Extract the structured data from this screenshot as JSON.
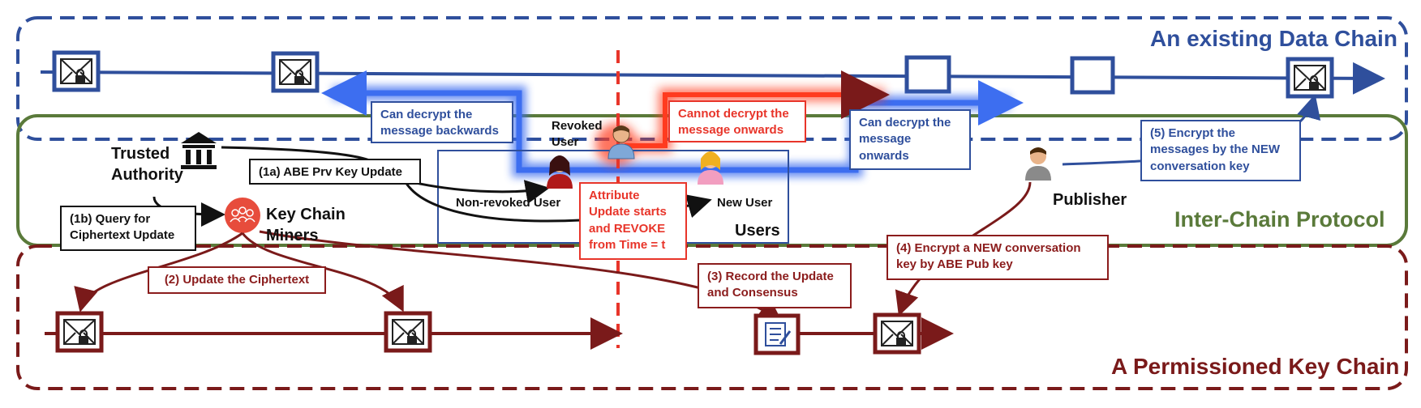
{
  "regions": {
    "data_chain_title": "An existing Data Chain",
    "protocol_title": "Inter-Chain Protocol",
    "key_chain_title": "A Permissioned Key Chain"
  },
  "labels": {
    "trusted_authority": "Trusted\nAuthority",
    "key_chain_miners": "Key Chain\nMiners",
    "publisher": "Publisher",
    "revoked_user": "Revoked\nUser",
    "non_revoked_user": "Non-revoked User",
    "new_user": "New User",
    "users": "Users"
  },
  "boxes": {
    "abe_prv_key_update": "(1a) ABE Prv Key Update",
    "query_ciphertext_update": "(1b) Query for\nCiphertext Update",
    "update_ciphertext": "(2) Update the Ciphertext",
    "record_update": "(3) Record the Update\nand Consensus",
    "encrypt_new_key": "(4) Encrypt a NEW conversation\nkey by ABE Pub key",
    "encrypt_messages": "(5) Encrypt the\nmessages by the NEW\nconversation key",
    "decrypt_backwards": "Can decrypt the\nmessage backwards",
    "cannot_decrypt": "Cannot decrypt the\nmessage onwards",
    "decrypt_onwards": "Can decrypt the\nmessage\nonwards",
    "attribute_update": "Attribute\nUpdate starts\nand REVOKE\nfrom Time = t"
  },
  "colors": {
    "data_chain": "#2f4f9c",
    "protocol": "#5a7a3a",
    "key_chain": "#7a1a1a",
    "revoke_line": "#e8352a",
    "glow_blue": "#3d6ef0",
    "glow_red": "#ff3b1f"
  },
  "icons": [
    "envelope-lock-icon",
    "empty-block-icon",
    "bank-icon",
    "miners-icon",
    "ledger-icon",
    "user-icon"
  ]
}
